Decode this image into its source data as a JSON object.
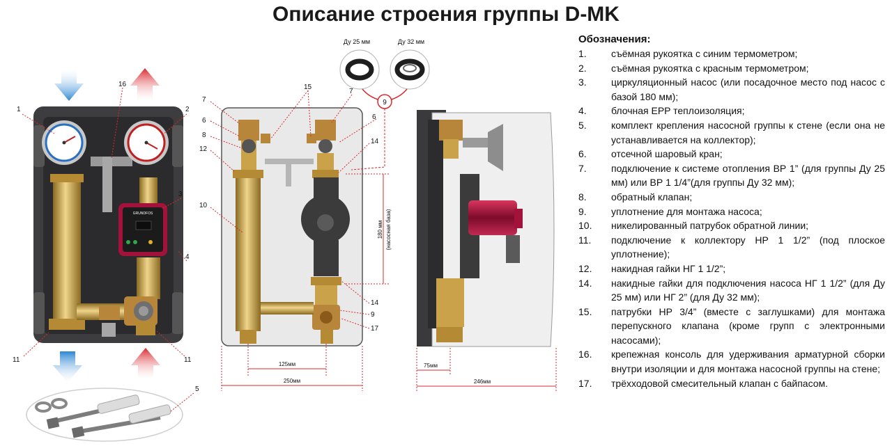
{
  "title": "Описание строения группы D-MK",
  "legend": {
    "title": "Обозначения:",
    "items": [
      {
        "num": "1.",
        "text": "съёмная рукоятка с синим термометром;"
      },
      {
        "num": "2.",
        "text": "съёмная рукоятка с красным термометром;"
      },
      {
        "num": "3.",
        "text": "циркуляционный насос (или посадочное место под насос с базой 180 мм);"
      },
      {
        "num": "4.",
        "text": "блочная EPP теплоизоляция;"
      },
      {
        "num": "5.",
        "text": "комплект крепления насосной группы к стене (если она не устанавливается на коллектор);"
      },
      {
        "num": "6.",
        "text": "отсечной шаровый кран;"
      },
      {
        "num": "7.",
        "text": "подключение к системе отопления ВР 1” (для группы Ду 25 мм) или ВР 1 1/4”(для группы Ду 32 мм);"
      },
      {
        "num": "8.",
        "text": "обратный клапан;"
      },
      {
        "num": "9.",
        "text": "уплотнение для монтажа насоса;"
      },
      {
        "num": "10.",
        "text": "никелированный патрубок обратной линии;"
      },
      {
        "num": "11.",
        "text": "подключение к коллектору НР 1 1/2” (под плоское уплотнение);"
      },
      {
        "num": "12.",
        "text": "накидная гайки НГ 1 1/2”;"
      },
      {
        "num": "14.",
        "text": "накидные гайки для подключения насоса НГ 1 1/2” (для Ду 25 мм) или НГ 2” (для Ду 32 мм);"
      },
      {
        "num": "15.",
        "text": "патрубки НР 3/4” (вместе с заглушками) для монтажа перепускного клапана (кроме групп с электронными насосами);"
      },
      {
        "num": "16.",
        "text": "крепежная консоль для удерживания арматурной сборки внутри изоляции и для монтажа насосной группы на стене;"
      },
      {
        "num": "17.",
        "text": "трёхходовой смесительный клапан с байпасом."
      }
    ]
  },
  "labels": {
    "n1": "1",
    "n2": "2",
    "n3": "3",
    "n4": "4",
    "n5": "5",
    "n6": "6",
    "n7": "7",
    "n8": "8",
    "n9": "9",
    "n10": "10",
    "n11": "11",
    "n12": "12",
    "n14": "14",
    "n15": "15",
    "n16": "16",
    "n17": "17"
  },
  "seals": {
    "dn25": "Ду 25 мм",
    "dn32": "Ду 32 мм"
  },
  "dimensions": {
    "d125": "125мм",
    "d250": "250мм",
    "d75": "75мм",
    "d246": "246мм",
    "d180": "180 мм",
    "d180note": "(насосная база)"
  },
  "pump_brand": "GRUNDFOS",
  "colors": {
    "cold_arrow": "#3a8fd6",
    "hot_arrow": "#d9282e",
    "insulation": "#3d3d3f",
    "brass": "#c9a24a",
    "pump": "#a3123a",
    "callout_line": "#d9282e"
  }
}
